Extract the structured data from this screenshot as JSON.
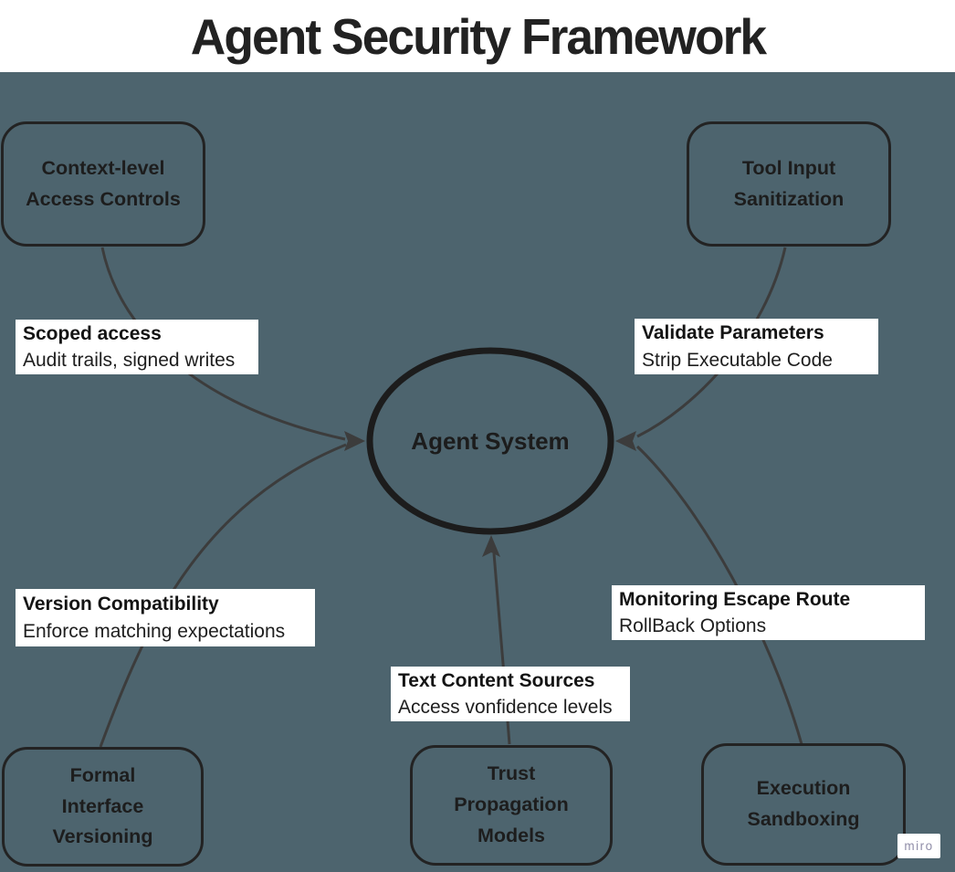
{
  "title": "Agent Security Framework",
  "center_node": {
    "label": "Agent System"
  },
  "nodes": [
    {
      "id": "context-access",
      "label": "Context-level\nAccess Controls"
    },
    {
      "id": "tool-input",
      "label": "Tool Input\nSanitization"
    },
    {
      "id": "formal-interface",
      "label": "Formal\nInterface\nVersioning"
    },
    {
      "id": "trust-propagation",
      "label": "Trust\nPropagation\nModels"
    },
    {
      "id": "execution-sandboxing",
      "label": "Execution\nSandboxing"
    }
  ],
  "edge_labels": [
    {
      "title": "Scoped access",
      "subtitle": "Audit trails, signed writes"
    },
    {
      "title": "Validate Parameters",
      "subtitle": "Strip Executable Code"
    },
    {
      "title": "Version Compatibility",
      "subtitle": "Enforce matching expectations"
    },
    {
      "title": "Text Content Sources",
      "subtitle": "Access vonfidence levels"
    },
    {
      "title": "Monitoring Escape Route",
      "subtitle": "RollBack Options"
    }
  ],
  "watermark": "miro",
  "colors": {
    "background": "#4d646e",
    "shape_stroke": "#232323",
    "connector_stroke": "#3c3c3c",
    "label_background": "#ffffff",
    "title_color": "#222222",
    "watermark_color": "#908ea8"
  }
}
